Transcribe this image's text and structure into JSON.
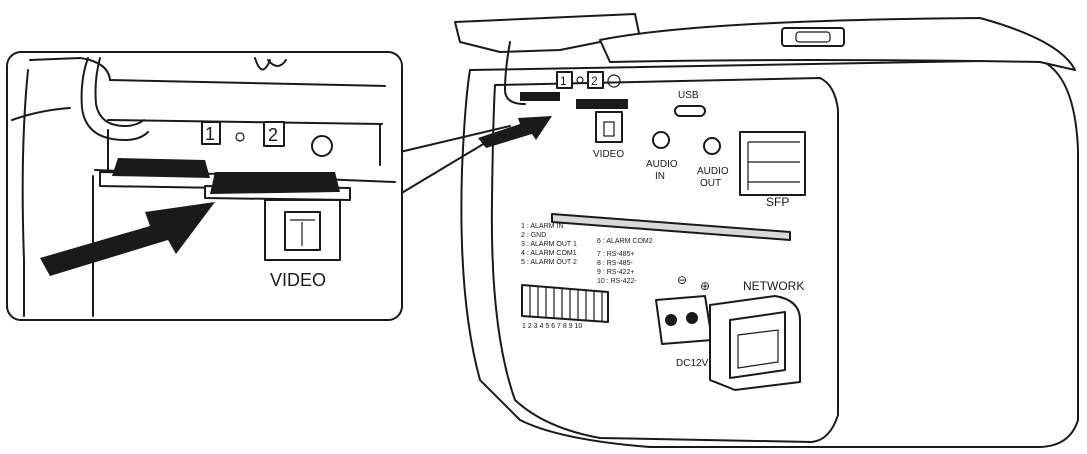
{
  "callout": {
    "slot_1": "1",
    "slot_2": "2",
    "video": "VIDEO"
  },
  "camera": {
    "slot_1": "1",
    "slot_2": "2",
    "usb": "USB",
    "video": "VIDEO",
    "audio_in_line1": "AUDIO",
    "audio_in_line2": "IN",
    "audio_out_line1": "AUDIO",
    "audio_out_line2": "OUT",
    "sfp": "SFP",
    "network": "NETWORK",
    "dc12v": "DC12V",
    "polarity_minus": "⊖",
    "polarity_plus": "⊕",
    "terminal_numbers": "1 2 3 4 5 6 7 8 9 10",
    "pin_legend_left": [
      "1 : ALARM IN",
      "2 : GND",
      "3 : ALARM OUT 1",
      "4 : ALARM COM1",
      "5 : ALARM OUT 2"
    ],
    "pin_legend_right": [
      "6 : ALARM COM2",
      "7 : RS-485+",
      "8 : RS-485-",
      "9 : RS-422+",
      "10 : RS-422-"
    ]
  }
}
